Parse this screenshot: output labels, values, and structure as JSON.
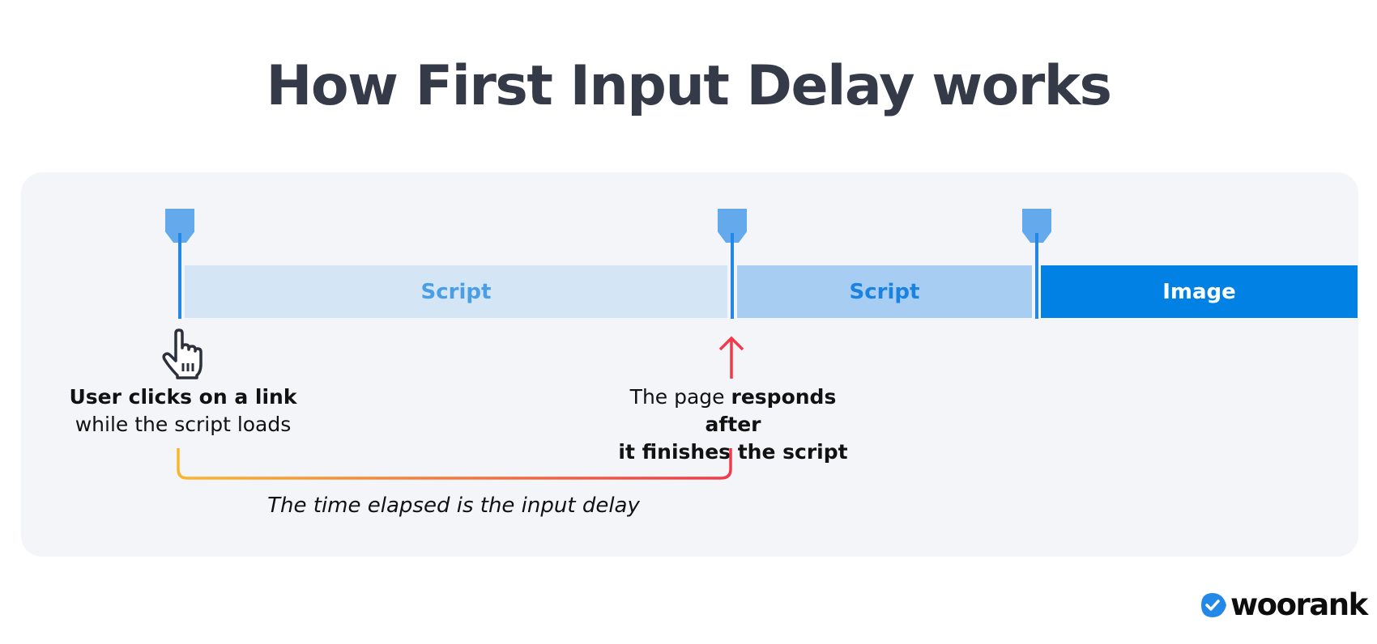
{
  "title": "How First Input Delay works",
  "timeline": {
    "bars": [
      {
        "label": "Script",
        "state": "loading",
        "color": "#d4e5f6",
        "text_color": "#4a9ee6"
      },
      {
        "label": "Script",
        "state": "next",
        "color": "#a8cdf2",
        "text_color": "#1a82e0"
      },
      {
        "label": "Image",
        "state": "next",
        "color": "#0281e5",
        "text_color": "#ffffff"
      }
    ],
    "markers": [
      {
        "icon": "flag-marker-icon",
        "color": "#63a9ec"
      },
      {
        "icon": "flag-marker-icon",
        "color": "#63a9ec"
      },
      {
        "icon": "flag-marker-icon",
        "color": "#63a9ec"
      }
    ]
  },
  "annotations": {
    "click": {
      "icon": "pointer-hand-icon",
      "line1_bold": "User clicks on a link",
      "line2": "while the script loads"
    },
    "response": {
      "icon": "arrow-up-icon",
      "icon_color": "#f23a4a",
      "line1_prefix": "The page ",
      "line1_bold": "responds after",
      "line2_bold": "it finishes the script"
    },
    "delay": {
      "label": "The time elapsed is the input delay",
      "gradient_start": "#fbb52c",
      "gradient_end": "#f2394a"
    }
  },
  "brand": {
    "name": "woorank",
    "icon": "checkmark-badge-icon",
    "icon_color": "#2389e8"
  }
}
